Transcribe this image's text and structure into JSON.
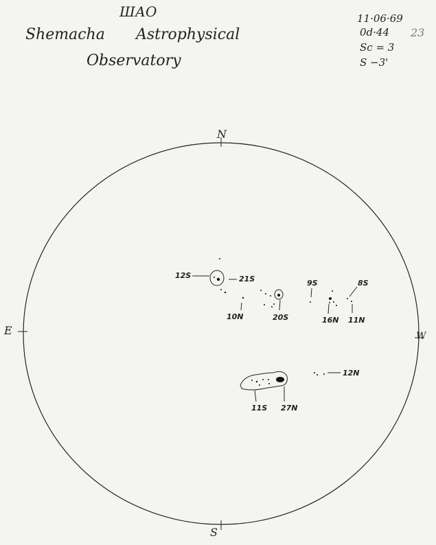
{
  "header": {
    "org": "ШАО",
    "line1a": "Shemacha",
    "line1b": "Astrophysical",
    "line2": "Observatory"
  },
  "info": {
    "date": "11·06·69",
    "time": "0d·44",
    "sc": "Sc = 3",
    "s": "S −3'",
    "number": "23"
  },
  "compass": {
    "north": "N",
    "east": "E",
    "south": "S",
    "west": "W"
  },
  "groups": [
    {
      "label": "12S"
    },
    {
      "label": "21S"
    },
    {
      "label": "10N"
    },
    {
      "label": "20S"
    },
    {
      "label": "9S"
    },
    {
      "label": "16N"
    },
    {
      "label": "8S"
    },
    {
      "label": "11N"
    },
    {
      "label": "12N"
    },
    {
      "label": "11S"
    },
    {
      "label": "27N"
    }
  ]
}
